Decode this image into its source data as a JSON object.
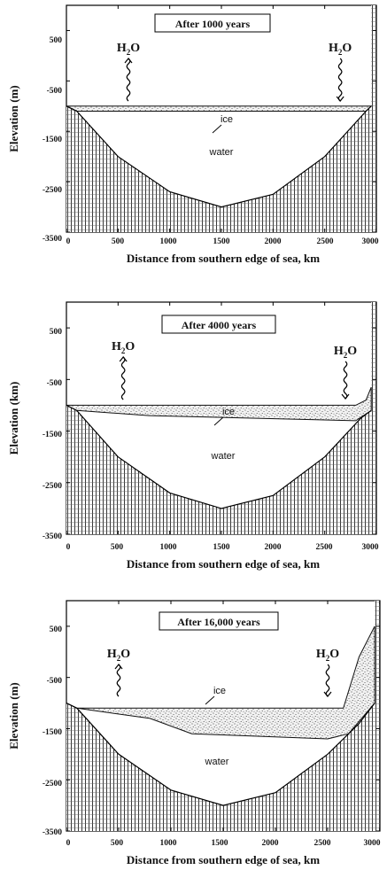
{
  "chart_data": [
    {
      "type": "area",
      "title": "After 1000 years",
      "xlabel": "Distance from southern edge of sea, km",
      "ylabel": "Elevation (m)",
      "xlim": [
        0,
        3000
      ],
      "ylim": [
        -3500,
        1000
      ],
      "xticks": [
        "0",
        "500",
        "1000",
        "1500",
        "2000",
        "2500",
        "3000"
      ],
      "yticks": [
        "500",
        "-500",
        "-1500",
        "-2500",
        "-3500"
      ],
      "labels": {
        "ice": "ice",
        "water": "water",
        "h2o_left": "H2O",
        "h2o_right": "H2O"
      },
      "h2o_left_x": 600,
      "h2o_right_x": 2650,
      "h2o_left_dir": "up",
      "h2o_right_dir": "down",
      "ice_top": [
        [
          0,
          -1000
        ],
        [
          2950,
          -1000
        ]
      ],
      "ice_bottom": [
        [
          0,
          -1000
        ],
        [
          100,
          -1100
        ],
        [
          2900,
          -1100
        ],
        [
          2950,
          -1000
        ]
      ],
      "seafloor": [
        [
          0,
          -1000
        ],
        [
          100,
          -1100
        ],
        [
          500,
          -2000
        ],
        [
          1000,
          -2700
        ],
        [
          1500,
          -3000
        ],
        [
          2000,
          -2750
        ],
        [
          2500,
          -2000
        ],
        [
          2900,
          -1100
        ],
        [
          2950,
          -1000
        ]
      ]
    },
    {
      "type": "area",
      "title": "After 4000 years",
      "xlabel": "Distance from southern edge of sea, km",
      "ylabel": "Elevation (km)",
      "xlim": [
        0,
        3000
      ],
      "ylim": [
        -3500,
        1000
      ],
      "xticks": [
        "0",
        "500",
        "1000",
        "1500",
        "2000",
        "2500",
        "3000"
      ],
      "yticks": [
        "500",
        "-500",
        "-1500",
        "-2500",
        "-3500"
      ],
      "labels": {
        "ice": "ice",
        "water": "water",
        "h2o_left": "H2O",
        "h2o_right": "H2O"
      },
      "h2o_left_x": 550,
      "h2o_right_x": 2700,
      "h2o_left_dir": "up",
      "h2o_right_dir": "down",
      "ice_top": [
        [
          0,
          -1000
        ],
        [
          2800,
          -1000
        ],
        [
          2900,
          -900
        ],
        [
          2950,
          -650
        ]
      ],
      "ice_bottom": [
        [
          0,
          -1000
        ],
        [
          100,
          -1100
        ],
        [
          800,
          -1200
        ],
        [
          2800,
          -1300
        ],
        [
          2950,
          -1100
        ],
        [
          2950,
          -650
        ]
      ],
      "seafloor": [
        [
          0,
          -1000
        ],
        [
          100,
          -1100
        ],
        [
          500,
          -2000
        ],
        [
          1000,
          -2700
        ],
        [
          1500,
          -3000
        ],
        [
          2000,
          -2750
        ],
        [
          2500,
          -2000
        ],
        [
          2850,
          -1250
        ],
        [
          2950,
          -1100
        ]
      ]
    },
    {
      "type": "area",
      "title": "After 16,000 years",
      "xlabel": "Distance from southern edge of sea, km",
      "ylabel": "Elevation (m)",
      "xlim": [
        0,
        3000
      ],
      "ylim": [
        -3500,
        1000
      ],
      "xticks": [
        "0",
        "500",
        "1000",
        "1500",
        "2000",
        "2500",
        "3000"
      ],
      "yticks": [
        "500",
        "-500",
        "-1500",
        "-2500",
        "-3500"
      ],
      "labels": {
        "ice": "ice",
        "water": "water",
        "h2o_left": "H2O",
        "h2o_right": "H2O"
      },
      "h2o_left_x": 500,
      "h2o_right_x": 2500,
      "h2o_left_dir": "up",
      "h2o_right_dir": "down",
      "ice_top": [
        [
          0,
          -1000
        ],
        [
          100,
          -1100
        ],
        [
          2650,
          -1100
        ],
        [
          2800,
          -100
        ],
        [
          2950,
          500
        ]
      ],
      "ice_bottom": [
        [
          0,
          -1000
        ],
        [
          100,
          -1100
        ],
        [
          800,
          -1300
        ],
        [
          1200,
          -1600
        ],
        [
          2500,
          -1700
        ],
        [
          2700,
          -1600
        ],
        [
          2950,
          -1000
        ],
        [
          2950,
          500
        ]
      ],
      "seafloor": [
        [
          0,
          -1000
        ],
        [
          100,
          -1100
        ],
        [
          500,
          -2000
        ],
        [
          1000,
          -2700
        ],
        [
          1500,
          -3000
        ],
        [
          2000,
          -2750
        ],
        [
          2500,
          -2000
        ],
        [
          2800,
          -1400
        ],
        [
          2950,
          -1000
        ]
      ]
    }
  ]
}
